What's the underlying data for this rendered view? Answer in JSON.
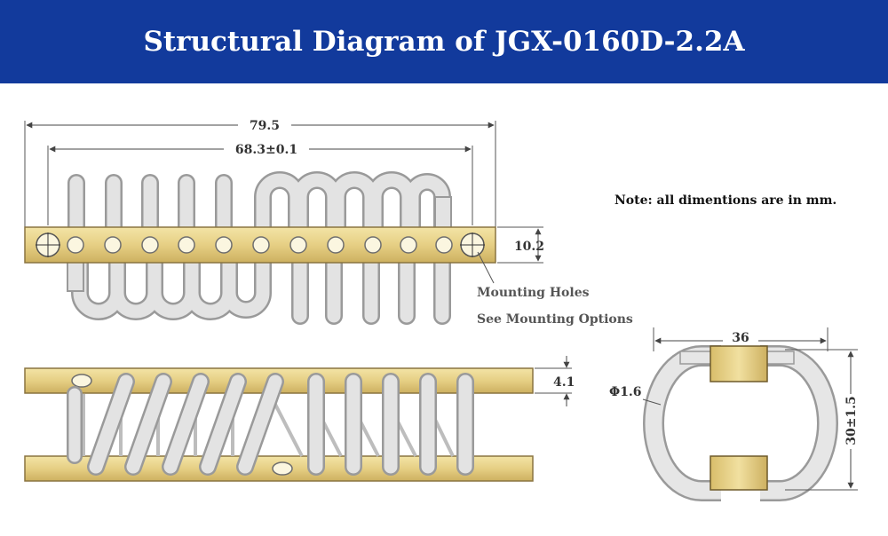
{
  "header": {
    "title": "Structural Diagram of JGX-0160D-2.2A",
    "background_color": "#123a9c"
  },
  "note": "Note: all dimentions are in mm.",
  "callouts": {
    "mounting_holes": "Mounting Holes",
    "mounting_options": "See Mounting Options"
  },
  "dimensions": {
    "overall_length": "79.5",
    "hole_spacing": "68.3±0.1",
    "bar_width": "10.2",
    "bar_thickness": "4.1",
    "wire_diameter": "Φ1.6",
    "isolator_width": "36",
    "isolator_height": "30±1.5"
  },
  "colors": {
    "bar": "#e6cf84",
    "coil": "#dcdcdc",
    "dimension_line": "#555555"
  }
}
